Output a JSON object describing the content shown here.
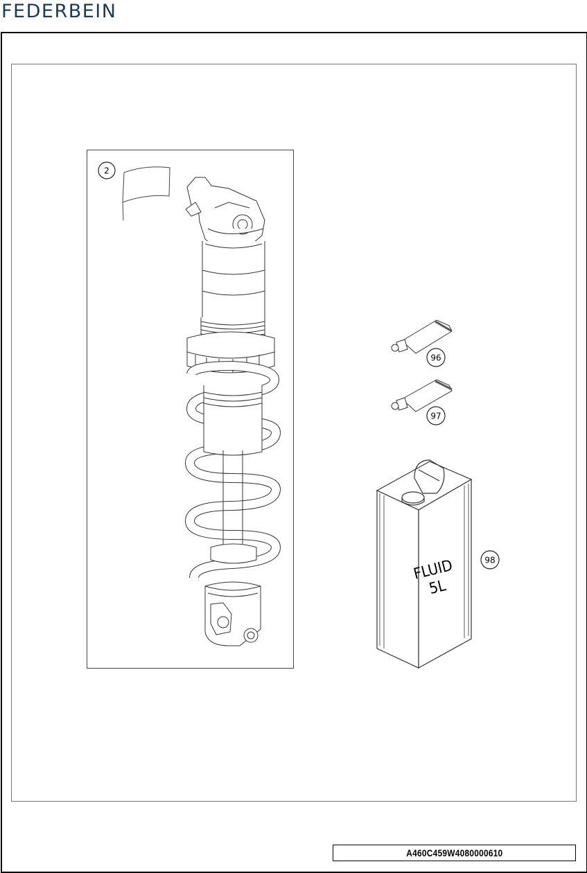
{
  "page": {
    "title": "FEDERBEIN"
  },
  "parts": [
    {
      "callout": "2"
    },
    {
      "callout": "96"
    },
    {
      "callout": "97"
    },
    {
      "callout": "98"
    }
  ],
  "can": {
    "label_line1": "FLUID",
    "label_line2": "5L"
  },
  "drawing_code": "A460C459W4080000610"
}
